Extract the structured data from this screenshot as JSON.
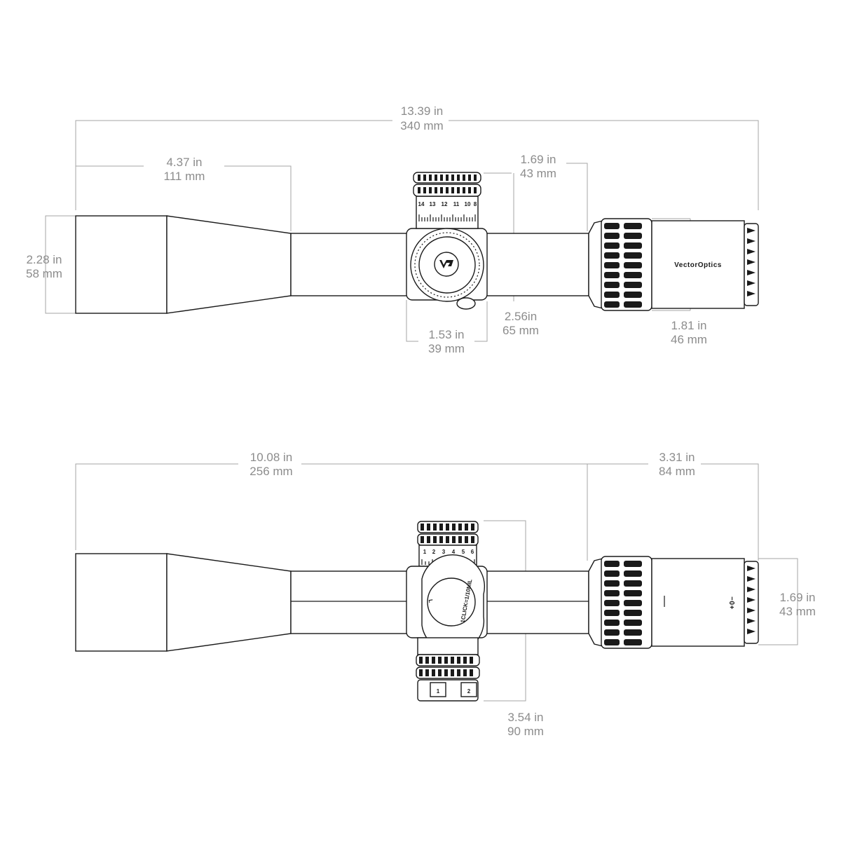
{
  "top_view": {
    "overall_length": {
      "in": "13.39 in",
      "mm": "340 mm"
    },
    "objective_bell_length": {
      "in": "4.37 in",
      "mm": "111 mm"
    },
    "eyepiece_length": {
      "in": "1.69 in",
      "mm": "43 mm"
    },
    "objective_diameter": {
      "in": "2.28 in",
      "mm": "58 mm"
    },
    "turret_width": {
      "in": "1.53 in",
      "mm": "39 mm"
    },
    "turret_height": {
      "in": "2.56in",
      "mm": "65 mm"
    },
    "eyepiece_diameter": {
      "in": "1.81 in",
      "mm": "46 mm"
    },
    "turret_scale": [
      "14",
      "13",
      "12",
      "11",
      "10",
      "8"
    ],
    "brand_text": "VectorOptics"
  },
  "side_view": {
    "objective_to_eyepiece": {
      "in": "10.08 in",
      "mm": "256 mm"
    },
    "eyepiece_length": {
      "in": "3.31 in",
      "mm": "84 mm"
    },
    "turret_height": {
      "in": "3.54 in",
      "mm": "90 mm"
    },
    "eyepiece_diameter": {
      "in": "1.69 in",
      "mm": "43 mm"
    },
    "turret_scale": [
      "1",
      "2",
      "3",
      "4",
      "5",
      "6"
    ],
    "windage_text": "1CLICK=1/10MIL",
    "windage_marks": "L",
    "diopter_text": "+0−",
    "lower_dial_numbers": [
      "1",
      "2"
    ]
  },
  "colors": {
    "dimension": "#8c8c8c",
    "outline": "#1a1a1a"
  }
}
